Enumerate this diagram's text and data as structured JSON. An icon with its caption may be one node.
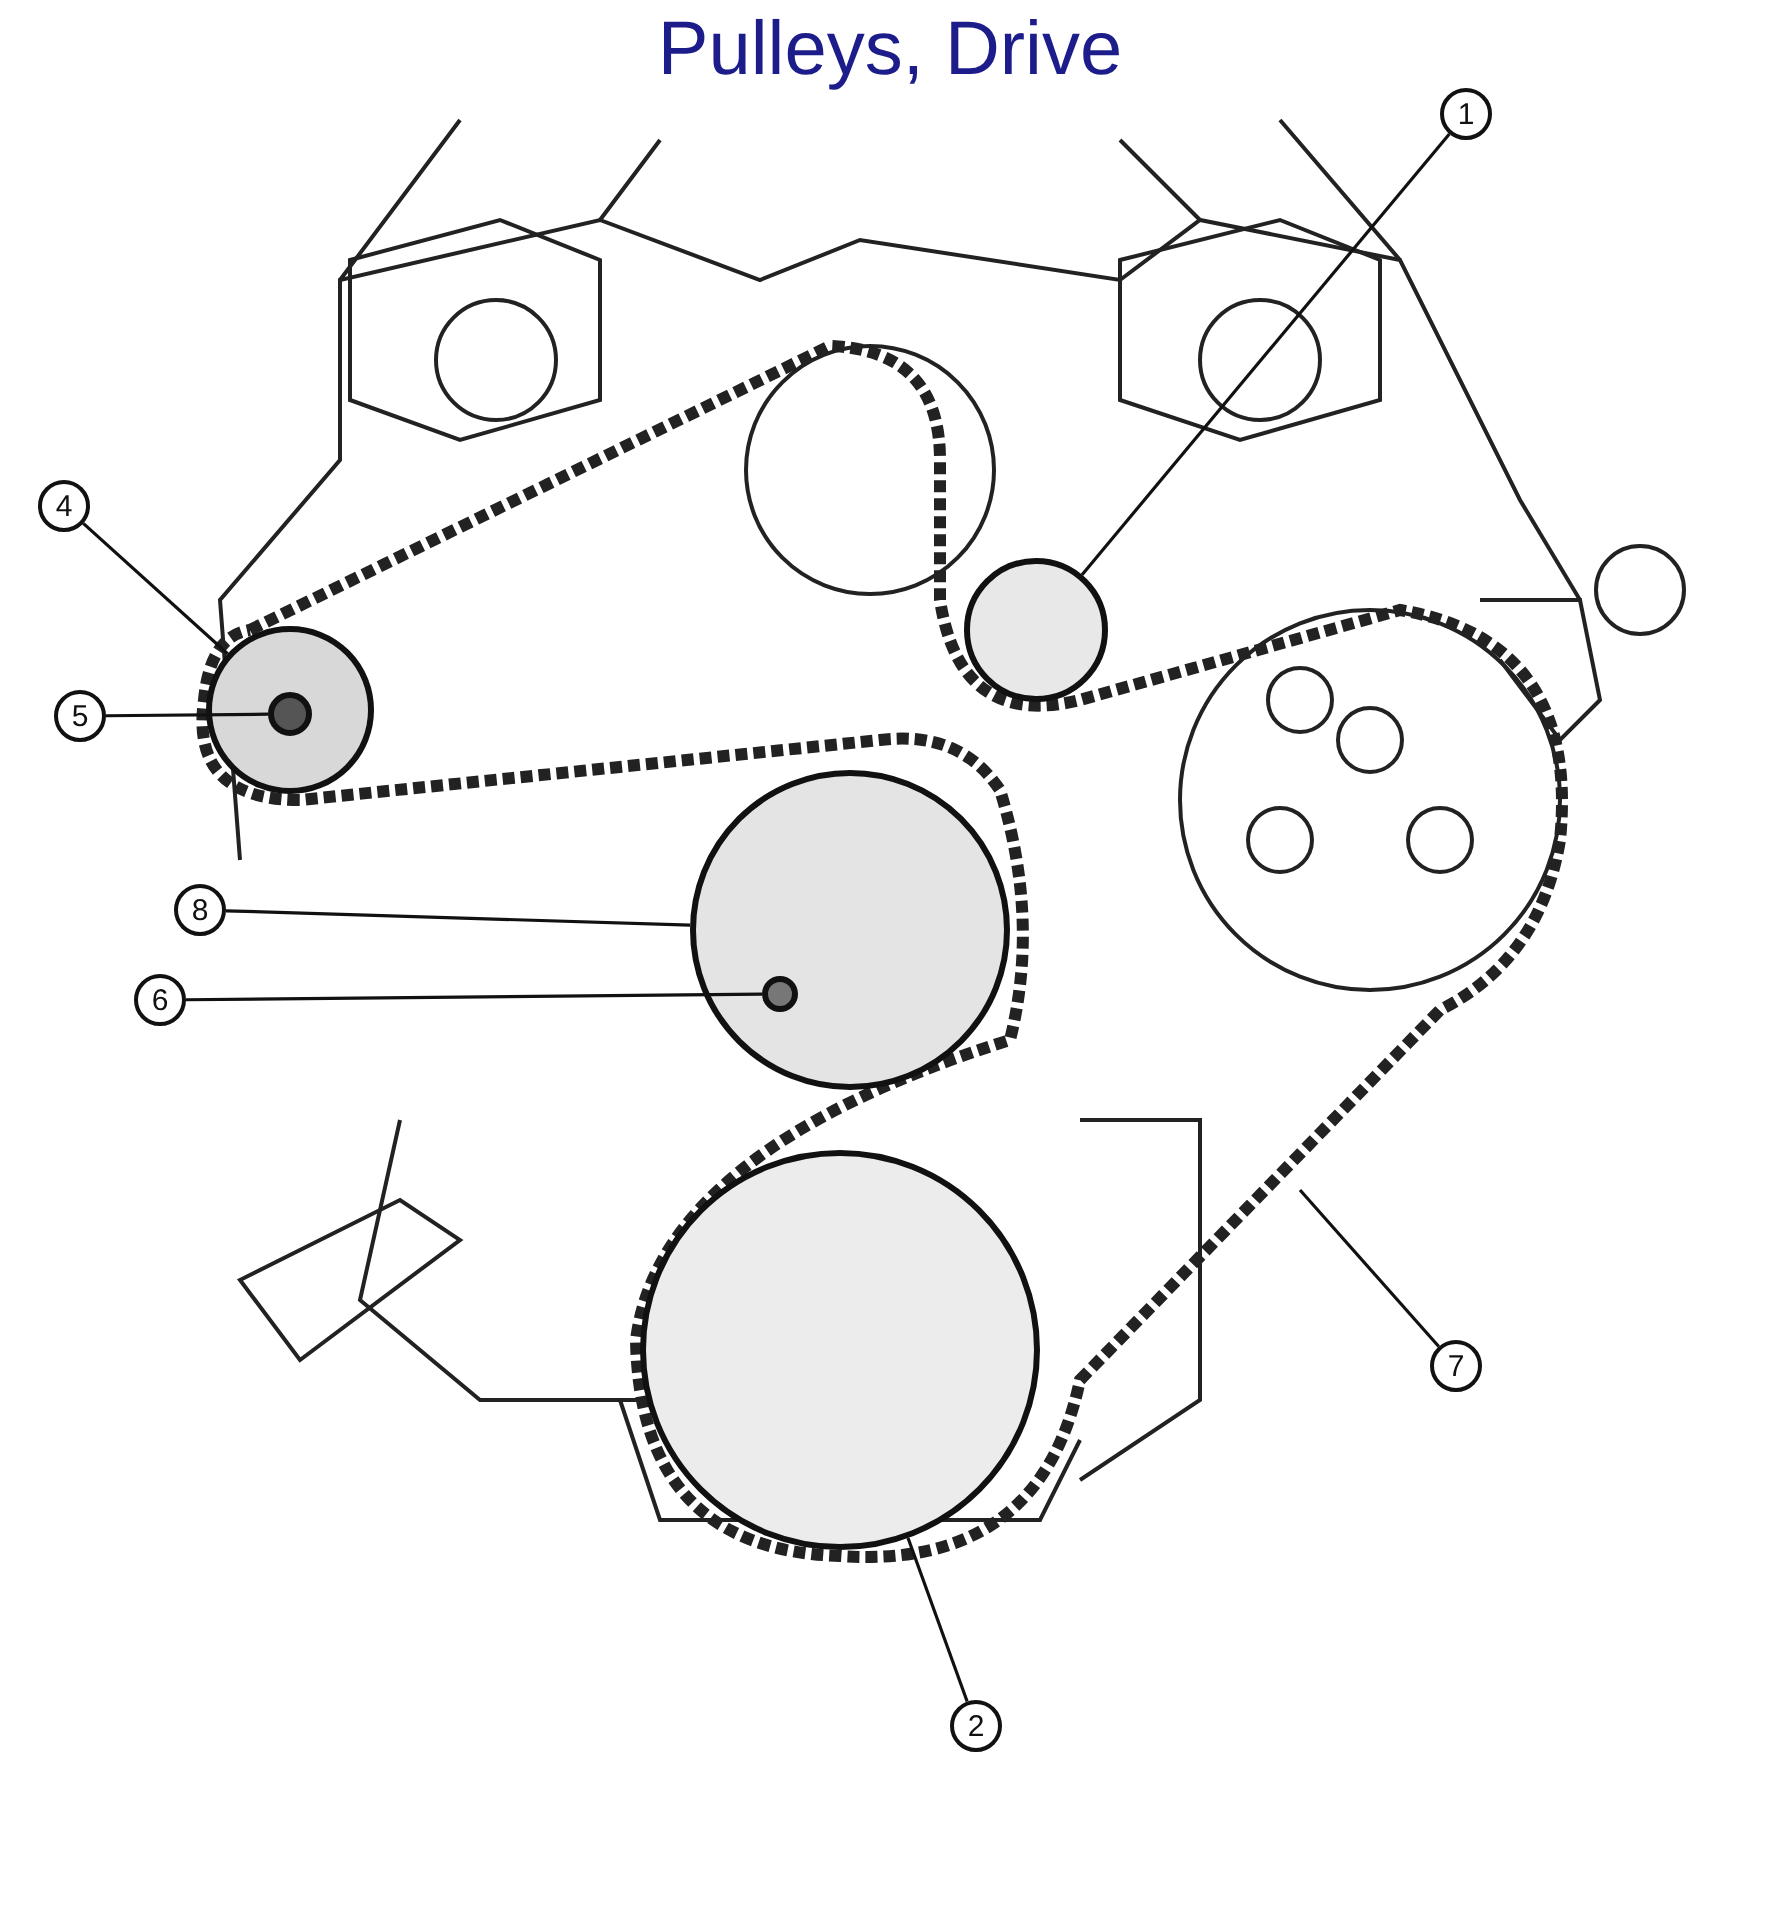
{
  "diagram": {
    "title": "Pulleys, Drive",
    "nodes": [
      {
        "text": [
          "1"
        ]
      },
      {
        "text": [],
        "shape": "circle"
      },
      {
        "text": [
          "2"
        ]
      },
      {
        "text": [],
        "shape": "circle"
      },
      {
        "text": [
          "4"
        ]
      },
      {
        "text": [],
        "shape": "circle"
      },
      {
        "text": [
          "5"
        ]
      },
      {
        "text": [],
        "shape": "circle",
        "in": 5
      },
      {
        "text": [
          "8"
        ]
      },
      {
        "text": [],
        "shape": "circle"
      },
      {
        "text": [
          "6"
        ]
      },
      {
        "text": [],
        "shape": "circle",
        "in": 9
      },
      {
        "text": [
          "7"
        ]
      }
    ],
    "edges": [
      {
        "from": 0,
        "to": 1,
        "arrow": "none"
      },
      {
        "from": 2,
        "to": 3,
        "arrow": "none"
      },
      {
        "from": 4,
        "to": 5,
        "arrow": "none"
      },
      {
        "from": 6,
        "to": 7,
        "arrow": "none"
      },
      {
        "from": 8,
        "to": 9,
        "arrow": "none"
      },
      {
        "from": 10,
        "to": 11,
        "arrow": "none"
      },
      {
        "from": 12,
        "to": null,
        "arrow": "none"
      }
    ]
  }
}
